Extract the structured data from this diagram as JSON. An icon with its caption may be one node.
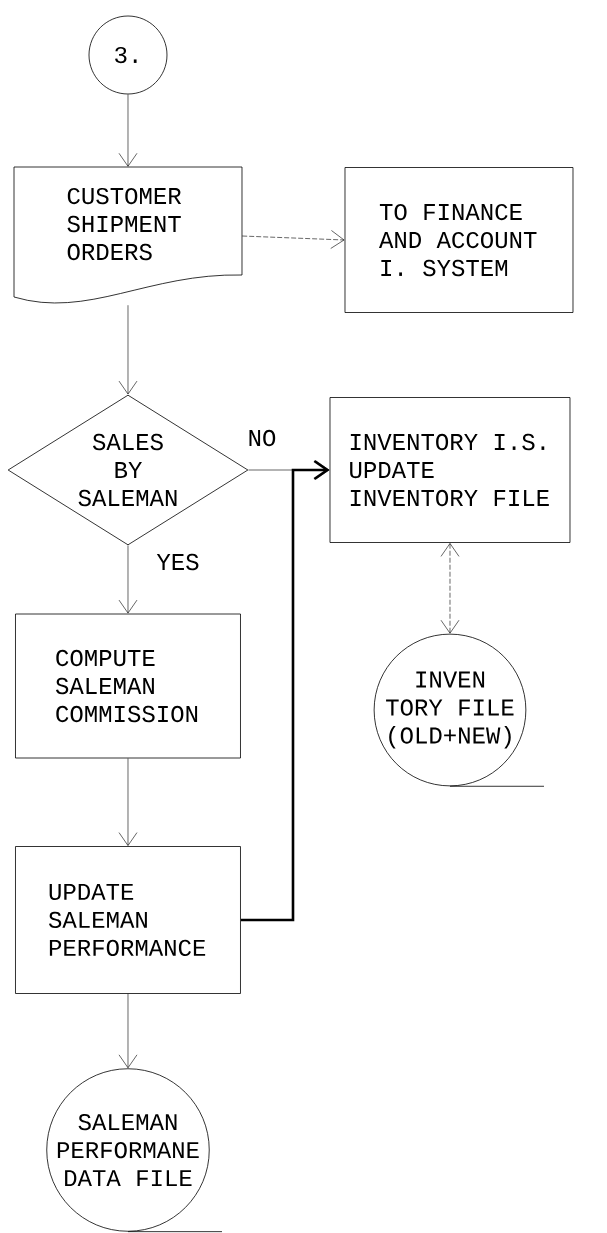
{
  "diagram": {
    "nodes": [
      {
        "text": [
          "3."
        ]
      },
      {
        "text": [
          "CUSTOMER SHIPMENT ORDERS"
        ]
      },
      {
        "text": [
          "TO FINANCE AND ACCOUNT I. SYSTEM"
        ]
      },
      {
        "text": [
          "SALES BY SALEMAN"
        ]
      },
      {
        "text": [
          "INVENTORY I.S. UPDATE INVENTORY FILE"
        ]
      },
      {
        "text": [
          "INVEN TORY FILE (OLD+NEW)"
        ]
      },
      {
        "text": [
          "COMPUTE SALEMAN COMMISSION"
        ]
      },
      {
        "text": [
          "UPDATE SALEMAN PERFORMANCE"
        ]
      },
      {
        "text": [
          "SALEMAN PERFORMANE DATA FILE"
        ]
      }
    ],
    "edges": [
      {
        "from": 0,
        "to": 1,
        "arrow": "to"
      },
      {
        "from": 1,
        "to": 2,
        "arrow": "to",
        "style": "dashed"
      },
      {
        "from": 1,
        "to": 3,
        "arrow": "to"
      },
      {
        "from": 3,
        "to": 4,
        "arrow": "to",
        "label": "NO"
      },
      {
        "from": 3,
        "to": 6,
        "arrow": "to",
        "label": "YES"
      },
      {
        "from": 4,
        "to": 5,
        "arrow": "both",
        "style": "dashed"
      },
      {
        "from": 6,
        "to": 7,
        "arrow": "to"
      },
      {
        "from": 7,
        "to": 4,
        "arrow": "to",
        "style": "thick"
      },
      {
        "from": 7,
        "to": 8,
        "arrow": "to"
      }
    ]
  }
}
